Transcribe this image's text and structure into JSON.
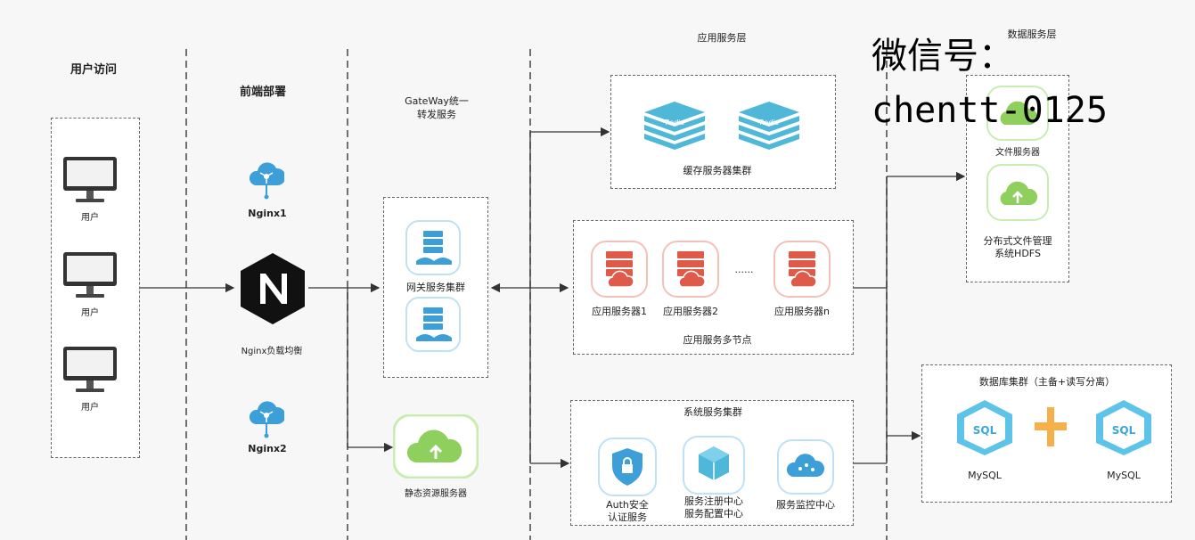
{
  "layers": {
    "user_access": "用户访问",
    "frontend_deploy": "前端部署",
    "gateway_line1": "GateWay统一",
    "gateway_line2": "转发服务",
    "app_service_layer": "应用服务层",
    "data_service_layer": "数据服务层"
  },
  "users": [
    "用户",
    "用户",
    "用户"
  ],
  "frontend": {
    "nginx1": "Nginx1",
    "nginx_lb": "Nginx负载均衡",
    "nginx2": "Nginx2"
  },
  "gateway": {
    "cluster": "网关服务集群",
    "static": "静态资源服务器"
  },
  "cache": {
    "redis_label": "Redis",
    "cluster": "缓存服务器集群"
  },
  "app_nodes": {
    "servers": [
      "应用服务器1",
      "应用服务器2",
      "应用服务器n"
    ],
    "ellipsis": "......",
    "cluster": "应用服务多节点"
  },
  "system": {
    "cluster": "系统服务集群",
    "auth_line1": "Auth安全",
    "auth_line2": "认证服务",
    "registry_line1": "服务注册中心",
    "registry_line2": "服务配置中心",
    "monitor": "服务监控中心"
  },
  "data": {
    "file_server": "文件服务器",
    "hdfs_line1": "分布式文件管理",
    "hdfs_line2": "系统HDFS",
    "db_cluster": "数据库集群（主备+读写分离）",
    "mysql": [
      "MySQL",
      "MySQL"
    ],
    "sql_label": "SQL"
  },
  "watermark": {
    "line1": "微信号：",
    "line2": "chentt-0125"
  },
  "colors": {
    "blue": "#3d9fd8",
    "red": "#e05a4a",
    "green": "#8fcf5e",
    "orange": "#f5b04a",
    "line": "#333333"
  }
}
